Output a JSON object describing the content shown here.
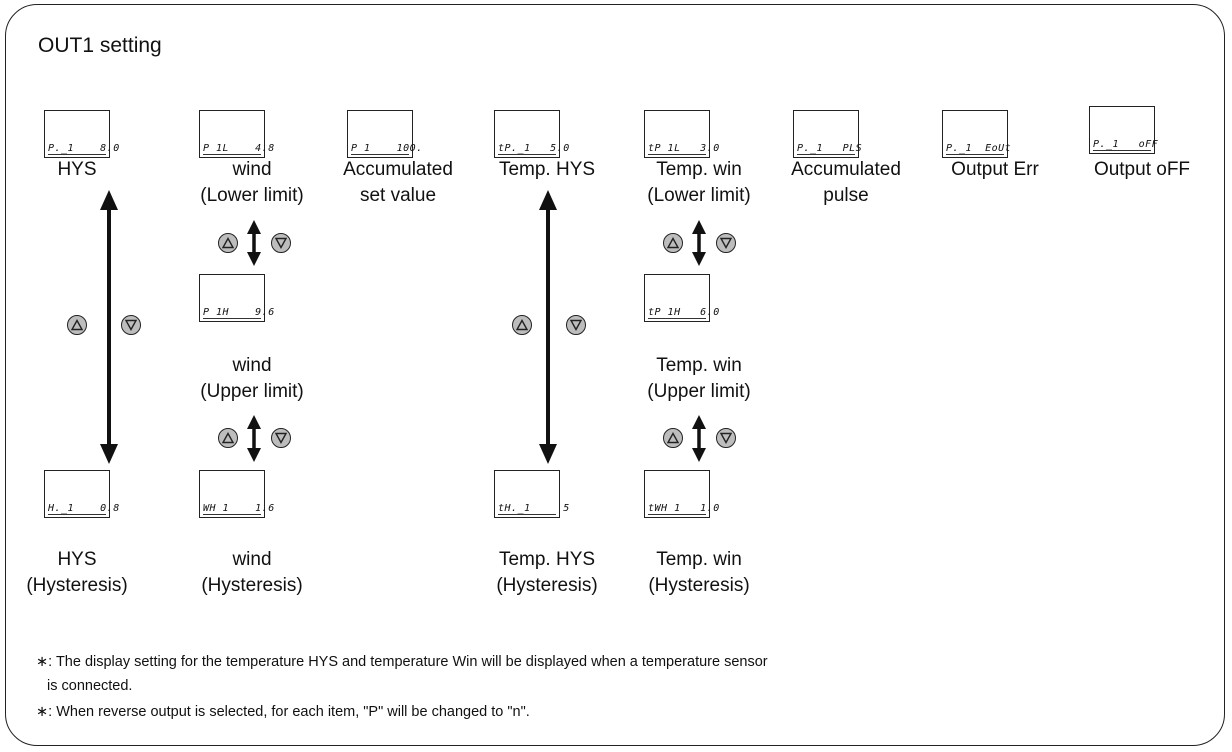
{
  "title": "OUT1 setting",
  "displays": {
    "d1": "P._1    8.0",
    "d2": "P 1L    4.8",
    "d3": "P 1    100.",
    "d4": "tP._1   5.0",
    "d5": "tP 1L   3.0",
    "d6": "P._1   PLS",
    "d7": "P._1  EoUt",
    "d8": "P._1   oFF",
    "d9": "P 1H    9.6",
    "d10": "tP 1H   6.0",
    "d11": "H._1    0.8",
    "d12": "WH 1    1.6",
    "d13": "tH._1     5",
    "d14": "tWH 1   1.0"
  },
  "labels": {
    "l1": "HYS",
    "l2a": "wind",
    "l2b": "(Lower limit)",
    "l3a": "Accumulated",
    "l3b": "set value",
    "l4": "Temp. HYS",
    "l5a": "Temp. win",
    "l5b": "(Lower limit)",
    "l6a": "Accumulated",
    "l6b": "pulse",
    "l7": "Output Err",
    "l8": "Output oFF",
    "l9a": "wind",
    "l9b": "(Upper limit)",
    "l10a": "Temp. win",
    "l10b": "(Upper limit)",
    "l11a": "HYS",
    "l11b": "(Hysteresis)",
    "l12a": "wind",
    "l12b": "(Hysteresis)",
    "l13a": "Temp. HYS",
    "l13b": "(Hysteresis)",
    "l14a": "Temp. win",
    "l14b": "(Hysteresis)"
  },
  "notes": {
    "n1a": "∗: The display setting for the temperature HYS and temperature Win will be displayed when a temperature sensor",
    "n1b": "is connected.",
    "n2": "∗: When reverse output is selected, for each item, \"P\" will be changed to \"n\"."
  },
  "icons": {
    "up": "up-button-icon",
    "down": "down-button-icon"
  }
}
